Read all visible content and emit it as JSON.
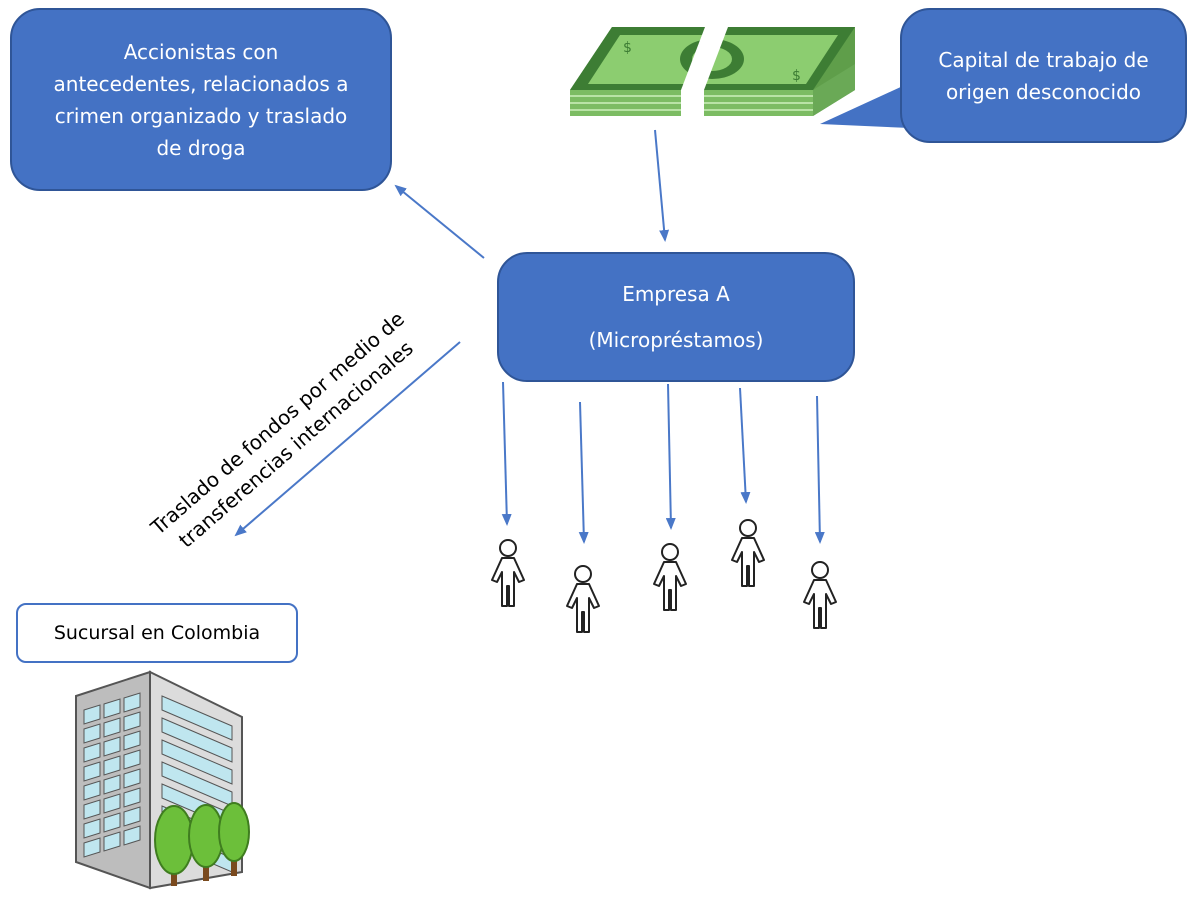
{
  "nodes": {
    "shareholders": {
      "lines": [
        "Accionistas con",
        "antecedentes, relacionados a",
        "crimen organizado y traslado",
        "de droga"
      ]
    },
    "capital": {
      "lines": [
        "Capital de trabajo de",
        "origen desconocido"
      ]
    },
    "empresa": {
      "title": "Empresa A",
      "subtitle": "(Micropréstamos)"
    },
    "sucursal": {
      "label": "Sucursal en Colombia"
    }
  },
  "edge_labels": {
    "transfer": {
      "lines": [
        "Traslado de fondos por medio de",
        "transferencias internacionales"
      ]
    }
  },
  "icons": {
    "money": "banknote-stack-icon",
    "people": "person-icon",
    "building": "office-building-icon",
    "trees": "tree-icon"
  },
  "colors": {
    "node_fill": "#4472c4",
    "node_border": "#2f5597",
    "arrow": "#4a78c8",
    "money_green": "#82c36b",
    "tree_green": "#6cbf3a"
  }
}
